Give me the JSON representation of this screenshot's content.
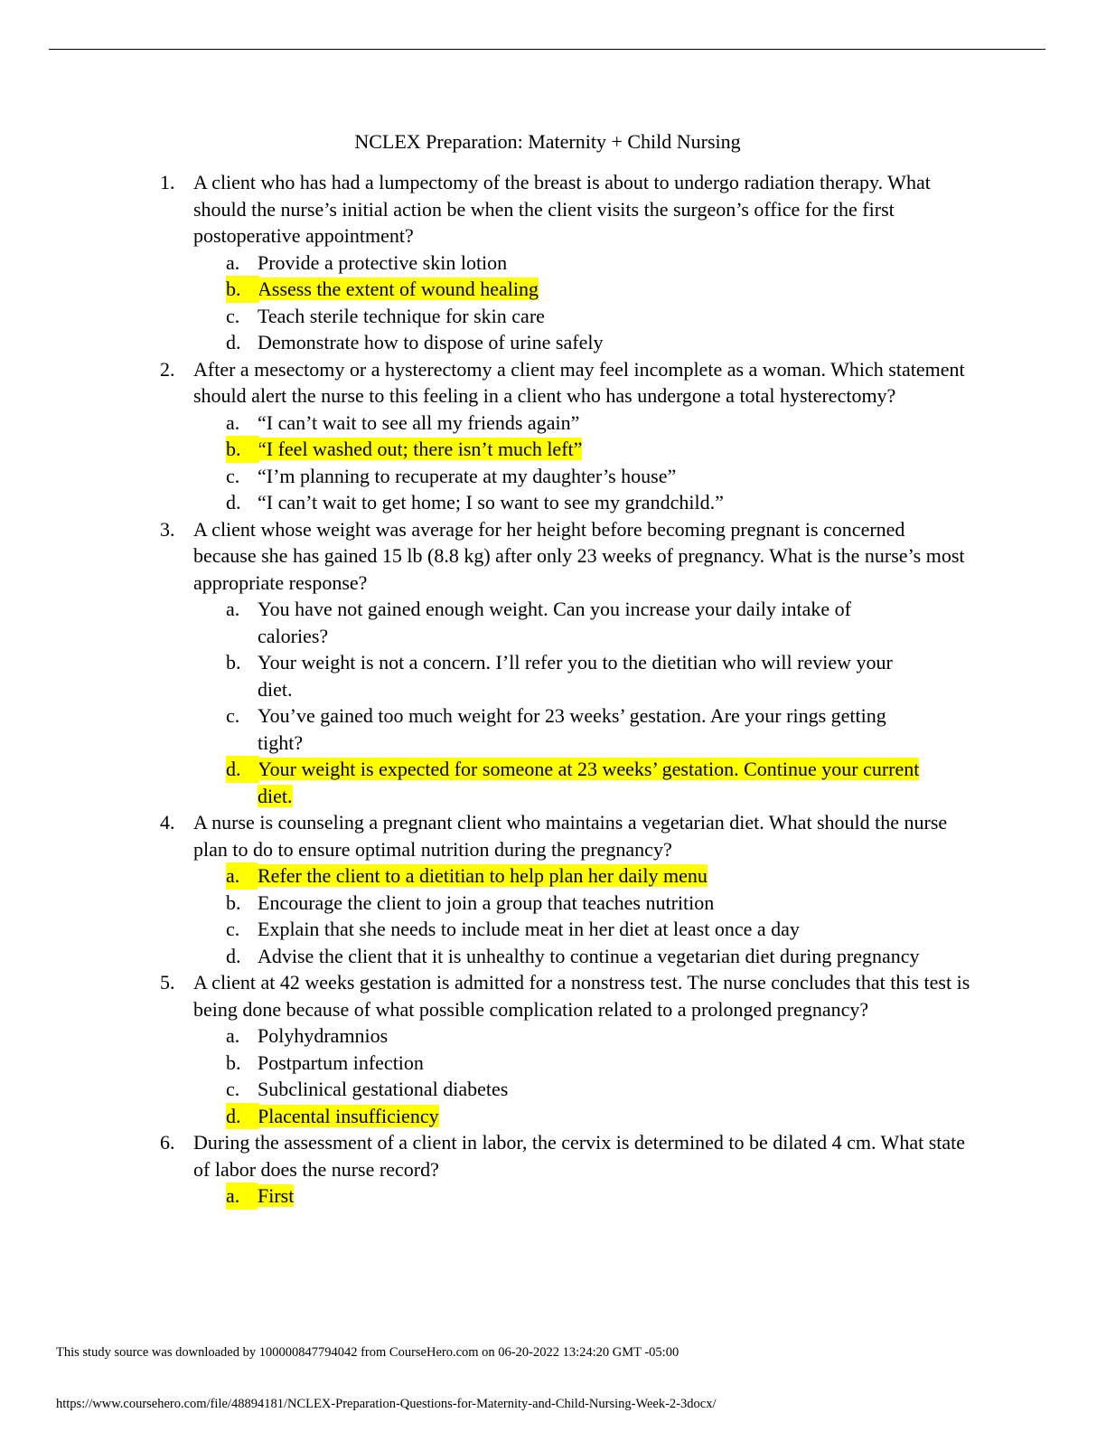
{
  "title": "NCLEX Preparation: Maternity + Child Nursing",
  "questions": [
    {
      "number": "1.",
      "text": "A client who has had a lumpectomy of the breast is about to undergo radiation therapy. What should the nurse’s initial action be when the client visits the surgeon’s office for the first postoperative appointment?",
      "options": [
        {
          "letter": "a.",
          "text": "Provide a protective skin lotion",
          "highlighted": false
        },
        {
          "letter": "b.",
          "text": "Assess the extent of wound healing",
          "highlighted": true
        },
        {
          "letter": "c.",
          "text": "Teach sterile technique for skin care",
          "highlighted": false
        },
        {
          "letter": "d.",
          "text": "Demonstrate how to dispose of urine safely",
          "highlighted": false
        }
      ]
    },
    {
      "number": "2.",
      "text": "After a mesectomy or a hysterectomy a client may feel incomplete as a woman. Which statement should alert the nurse to this feeling in a client who has undergone a total hysterectomy?",
      "options": [
        {
          "letter": "a.",
          "text": "“I can’t wait to see all my friends again”",
          "highlighted": false
        },
        {
          "letter": "b.",
          "text": "“I feel washed out; there isn’t much left”",
          "highlighted": true
        },
        {
          "letter": "c.",
          "text": "“I’m planning to recuperate at my daughter’s house”",
          "highlighted": false
        },
        {
          "letter": "d.",
          "text": "“I can’t wait to get home; I so want to see my grandchild.”",
          "highlighted": false
        }
      ]
    },
    {
      "number": "3.",
      "text": "A client whose weight was average for her height before becoming pregnant is concerned because she has gained 15 lb (8.8 kg) after only 23 weeks of pregnancy. What is the nurse’s most appropriate response?",
      "options": [
        {
          "letter": "a.",
          "text": "You have not gained enough weight. Can you increase your daily intake of calories?",
          "highlighted": false
        },
        {
          "letter": "b.",
          "text": "Your weight is not a concern. I’ll refer you to the dietitian who will review your diet.",
          "highlighted": false
        },
        {
          "letter": "c.",
          "text": "You’ve gained too much weight for 23 weeks’ gestation. Are your rings getting tight?",
          "highlighted": false
        },
        {
          "letter": "d.",
          "text": "Your weight is expected for someone at 23 weeks’ gestation. Continue your current diet.",
          "highlighted": true
        }
      ]
    },
    {
      "number": "4.",
      "text": "A nurse is counseling a pregnant client who maintains a vegetarian diet. What should the nurse plan to do to ensure optimal nutrition during the pregnancy?",
      "options": [
        {
          "letter": "a.",
          "text": "Refer the client to a dietitian to help plan her daily menu",
          "highlighted": true
        },
        {
          "letter": "b.",
          "text": "Encourage the client to join a group that teaches nutrition",
          "highlighted": false
        },
        {
          "letter": "c.",
          "text": "Explain that she needs to include meat in her diet at least once a day",
          "highlighted": false
        },
        {
          "letter": "d.",
          "text": "Advise the client that it is unhealthy to continue a vegetarian diet during pregnancy",
          "highlighted": false
        }
      ]
    },
    {
      "number": "5.",
      "text": "A client at 42 weeks gestation is admitted for a nonstress test. The nurse concludes that this test is being done because of what possible complication related to a prolonged pregnancy?",
      "options": [
        {
          "letter": "a.",
          "text": "Polyhydramnios",
          "highlighted": false
        },
        {
          "letter": "b.",
          "text": "Postpartum infection",
          "highlighted": false
        },
        {
          "letter": "c.",
          "text": "Subclinical gestational diabetes",
          "highlighted": false
        },
        {
          "letter": "d.",
          "text": "Placental insufficiency",
          "highlighted": true
        }
      ]
    },
    {
      "number": "6.",
      "text": "During the assessment of a client in labor, the cervix is determined to be dilated 4 cm. What state of labor does the nurse record?",
      "options": [
        {
          "letter": "a.",
          "text": "First",
          "highlighted": true
        }
      ]
    }
  ],
  "footer": {
    "source_note": "This study source was downloaded by 100000847794042 from CourseHero.com on 06-20-2022 13:24:20 GMT -05:00",
    "url": "https://www.coursehero.com/file/48894181/NCLEX-Preparation-Questions-for-Maternity-and-Child-Nursing-Week-2-3docx/"
  },
  "colors": {
    "highlight": "#ffff00"
  }
}
